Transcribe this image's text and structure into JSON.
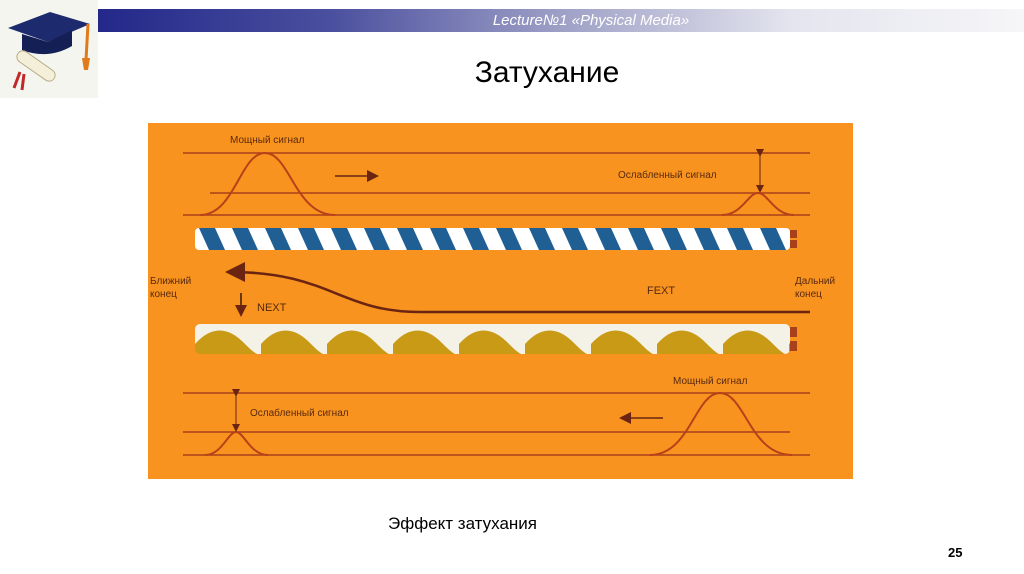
{
  "header": {
    "lecture_title": "Lecture№1 «Physical Media»"
  },
  "slide": {
    "title": "Затухание",
    "caption": "Эффект затухания",
    "page_number": "25"
  },
  "diagram": {
    "top_strong_signal": "Мощный сигнал",
    "top_weak_signal": "Ослабленный сигнал",
    "near_end_line1": "Ближний",
    "near_end_line2": "конец",
    "far_end_line1": "Дальний",
    "far_end_line2": "конец",
    "fext": "FEXT",
    "next": "NEXT",
    "bottom_strong_signal": "Мощный сигнал",
    "bottom_weak_signal": "Ослабленный сигнал",
    "colors": {
      "background": "#f7931e",
      "line": "#a8401a",
      "blue_pair": "#1f5f94",
      "yellow_pair": "#c99a16"
    }
  }
}
